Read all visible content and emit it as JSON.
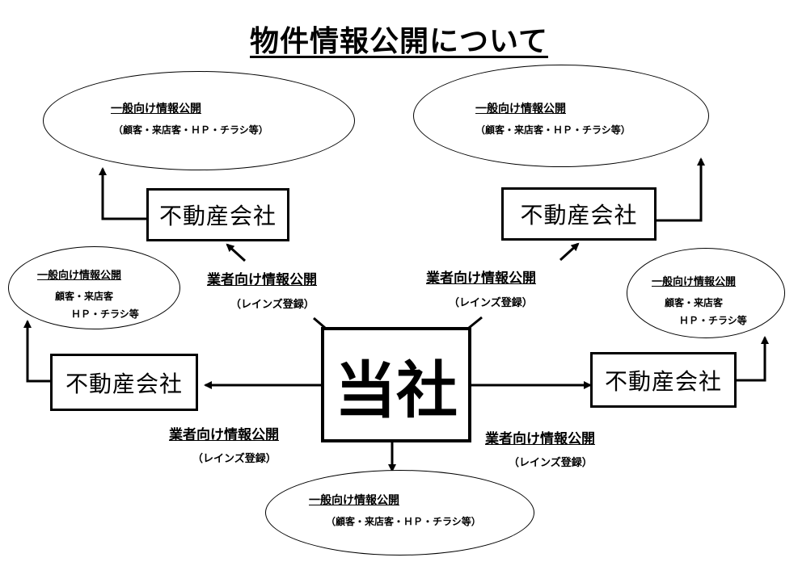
{
  "title": "物件情報公開について",
  "center": {
    "label": "当社"
  },
  "company_label": "不動産会社",
  "b2b": {
    "title": "業者向け情報公開",
    "sub": "（レインズ登録）"
  },
  "public_full": {
    "title": "一般向け情報公開",
    "sub": "（顧客・来店客・ＨＰ・チラシ等）"
  },
  "public_short": {
    "title": "一般向け情報公開",
    "line1": "顧客・来店客",
    "line2": "ＨＰ・チラシ等"
  }
}
